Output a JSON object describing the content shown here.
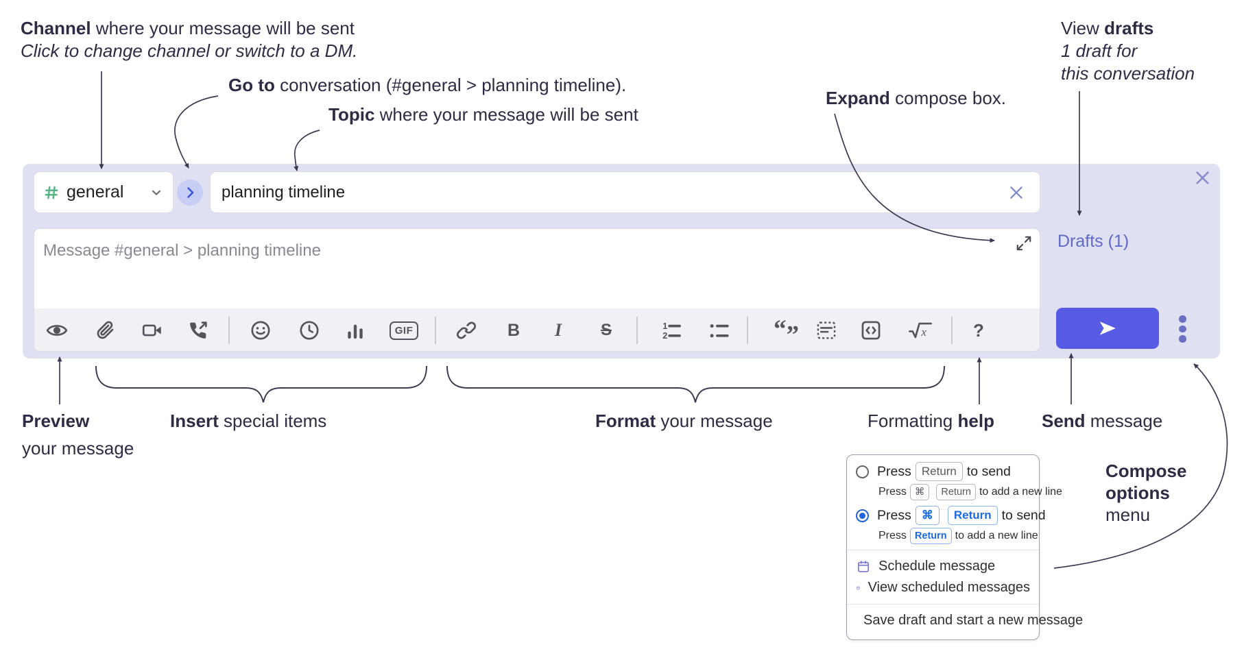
{
  "colors": {
    "panel_bg": "#dfe1f2",
    "send_button_blue": "#575ae2",
    "drafts_link_purple": "#6169c5",
    "hash_green": "#56b484",
    "goto_chevron_blue": "#3a55d9",
    "radio_selected_blue": "#2063df",
    "key_blue": "#1f6be0",
    "menu_icon_purple": "#7d7fd6",
    "toolbar_icon_gray": "#54555c",
    "annotation_ink": "#2c2d45"
  },
  "annotations": {
    "channel": {
      "bold": "Channel",
      "rest": " where your message will be sent",
      "line2": "Click to change channel or switch to a DM."
    },
    "goto": {
      "bold": "Go to",
      "rest": " conversation (#general > planning timeline)."
    },
    "topic": {
      "bold": "Topic",
      "rest": " where your message will be sent"
    },
    "expand": {
      "bold": "Expand",
      "rest": " compose box."
    },
    "view_drafts": {
      "regular": "View ",
      "bold": "drafts",
      "line2": "1 draft for",
      "line3": "this conversation"
    },
    "preview": {
      "bold": "Preview",
      "line2": "your message"
    },
    "insert": {
      "bold": "Insert",
      "rest": " special items"
    },
    "format": {
      "bold": "Format",
      "rest": " your message"
    },
    "formatting_help": {
      "regular": "Formatting ",
      "bold": "help"
    },
    "send": {
      "bold": "Send",
      "rest": " message"
    },
    "compose_options": {
      "line1": "Compose",
      "line2": "options",
      "line3": "menu"
    }
  },
  "composer": {
    "channel_name": "general",
    "topic_value": "planning timeline",
    "message_placeholder": "Message #general > planning timeline",
    "drafts_label": "Drafts (1)"
  },
  "toolbar": {
    "bold_glyph": "B",
    "italic_glyph": "I",
    "strike_glyph": "S",
    "gif_label": "GIF",
    "help_glyph": "?",
    "ol_1": "1",
    "ol_2": "2",
    "quote_open": "“",
    "quote_close": "”",
    "sqrt_x": "x"
  },
  "menu": {
    "option_return": {
      "press": "Press",
      "key_return": "Return",
      "suffix": "to send",
      "sub_press": "Press",
      "sub_key_cmd": "⌘",
      "sub_key_return": "Return",
      "sub_suffix": "to add a new line"
    },
    "option_cmd_return": {
      "press": "Press",
      "key_cmd": "⌘",
      "key_return": "Return",
      "suffix": "to send",
      "sub_press": "Press",
      "sub_key_return": "Return",
      "sub_suffix": "to add a new line"
    },
    "items": [
      {
        "label": "Schedule message"
      },
      {
        "label": "View scheduled messages"
      },
      {
        "label": "Save draft and start a new message"
      }
    ]
  }
}
